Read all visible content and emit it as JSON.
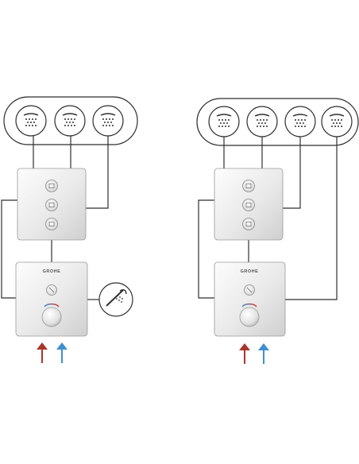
{
  "brand": {
    "logo_text": "GROHE"
  },
  "colors": {
    "line": "#2e2e2e",
    "panel_top": "#fbfbfb",
    "panel_bottom": "#d4d4d4",
    "hot_arrow": "#a8362a",
    "cold_arrow": "#3f8fd0"
  },
  "diagrams": [
    {
      "id": "left",
      "outlets": [
        "shower-head",
        "shower-head",
        "shower-head"
      ],
      "extra": "hand-shower"
    },
    {
      "id": "right",
      "outlets": [
        "shower-head",
        "shower-head",
        "shower-head",
        "shower-head"
      ],
      "extra": "none"
    }
  ]
}
